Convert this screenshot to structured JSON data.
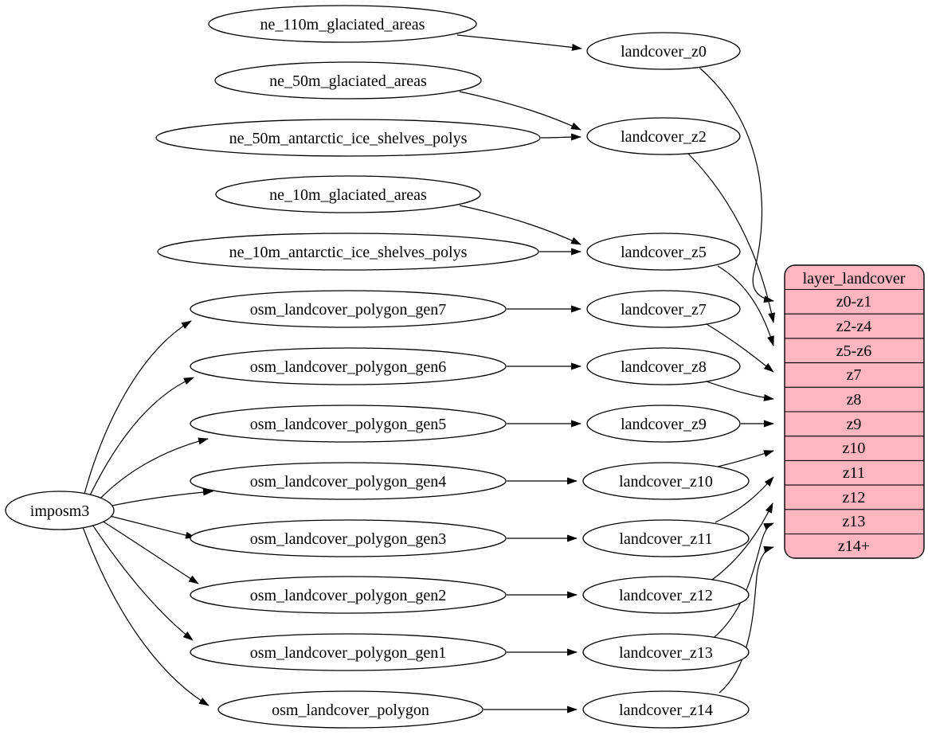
{
  "colors": {
    "background": "#ffffff",
    "node_fill": "#ffffff",
    "edge_stroke": "#000000",
    "table_fill": "#ffb6c1"
  },
  "nodes": {
    "imposm3": "imposm3",
    "ne_110m_glaciated_areas": "ne_110m_glaciated_areas",
    "ne_50m_glaciated_areas": "ne_50m_glaciated_areas",
    "ne_50m_antarctic_ice_shelves_polys": "ne_50m_antarctic_ice_shelves_polys",
    "ne_10m_glaciated_areas": "ne_10m_glaciated_areas",
    "ne_10m_antarctic_ice_shelves_polys": "ne_10m_antarctic_ice_shelves_polys",
    "osm_landcover_polygon_gen7": "osm_landcover_polygon_gen7",
    "osm_landcover_polygon_gen6": "osm_landcover_polygon_gen6",
    "osm_landcover_polygon_gen5": "osm_landcover_polygon_gen5",
    "osm_landcover_polygon_gen4": "osm_landcover_polygon_gen4",
    "osm_landcover_polygon_gen3": "osm_landcover_polygon_gen3",
    "osm_landcover_polygon_gen2": "osm_landcover_polygon_gen2",
    "osm_landcover_polygon_gen1": "osm_landcover_polygon_gen1",
    "osm_landcover_polygon": "osm_landcover_polygon",
    "landcover_z0": "landcover_z0",
    "landcover_z2": "landcover_z2",
    "landcover_z5": "landcover_z5",
    "landcover_z7": "landcover_z7",
    "landcover_z8": "landcover_z8",
    "landcover_z9": "landcover_z9",
    "landcover_z10": "landcover_z10",
    "landcover_z11": "landcover_z11",
    "landcover_z12": "landcover_z12",
    "landcover_z13": "landcover_z13",
    "landcover_z14": "landcover_z14"
  },
  "table": {
    "title": "layer_landcover",
    "rows": [
      "z0-z1",
      "z2-z4",
      "z5-z6",
      "z7",
      "z8",
      "z9",
      "z10",
      "z11",
      "z12",
      "z13",
      "z14+"
    ]
  },
  "edges": [
    {
      "from": "ne_110m_glaciated_areas",
      "to": "landcover_z0"
    },
    {
      "from": "ne_50m_glaciated_areas",
      "to": "landcover_z2"
    },
    {
      "from": "ne_50m_antarctic_ice_shelves_polys",
      "to": "landcover_z2"
    },
    {
      "from": "ne_10m_glaciated_areas",
      "to": "landcover_z5"
    },
    {
      "from": "ne_10m_antarctic_ice_shelves_polys",
      "to": "landcover_z5"
    },
    {
      "from": "imposm3",
      "to": "osm_landcover_polygon_gen7"
    },
    {
      "from": "imposm3",
      "to": "osm_landcover_polygon_gen6"
    },
    {
      "from": "imposm3",
      "to": "osm_landcover_polygon_gen5"
    },
    {
      "from": "imposm3",
      "to": "osm_landcover_polygon_gen4"
    },
    {
      "from": "imposm3",
      "to": "osm_landcover_polygon_gen3"
    },
    {
      "from": "imposm3",
      "to": "osm_landcover_polygon_gen2"
    },
    {
      "from": "imposm3",
      "to": "osm_landcover_polygon_gen1"
    },
    {
      "from": "imposm3",
      "to": "osm_landcover_polygon"
    },
    {
      "from": "osm_landcover_polygon_gen7",
      "to": "landcover_z7"
    },
    {
      "from": "osm_landcover_polygon_gen6",
      "to": "landcover_z8"
    },
    {
      "from": "osm_landcover_polygon_gen5",
      "to": "landcover_z9"
    },
    {
      "from": "osm_landcover_polygon_gen4",
      "to": "landcover_z10"
    },
    {
      "from": "osm_landcover_polygon_gen3",
      "to": "landcover_z11"
    },
    {
      "from": "osm_landcover_polygon_gen2",
      "to": "landcover_z12"
    },
    {
      "from": "osm_landcover_polygon_gen1",
      "to": "landcover_z13"
    },
    {
      "from": "osm_landcover_polygon",
      "to": "landcover_z14"
    },
    {
      "from": "landcover_z0",
      "to": "layer_landcover.z0-z1"
    },
    {
      "from": "landcover_z2",
      "to": "layer_landcover.z2-z4"
    },
    {
      "from": "landcover_z5",
      "to": "layer_landcover.z5-z6"
    },
    {
      "from": "landcover_z7",
      "to": "layer_landcover.z7"
    },
    {
      "from": "landcover_z8",
      "to": "layer_landcover.z8"
    },
    {
      "from": "landcover_z9",
      "to": "layer_landcover.z9"
    },
    {
      "from": "landcover_z10",
      "to": "layer_landcover.z10"
    },
    {
      "from": "landcover_z11",
      "to": "layer_landcover.z11"
    },
    {
      "from": "landcover_z12",
      "to": "layer_landcover.z12"
    },
    {
      "from": "landcover_z13",
      "to": "layer_landcover.z13"
    },
    {
      "from": "landcover_z14",
      "to": "layer_landcover.z14+"
    }
  ]
}
